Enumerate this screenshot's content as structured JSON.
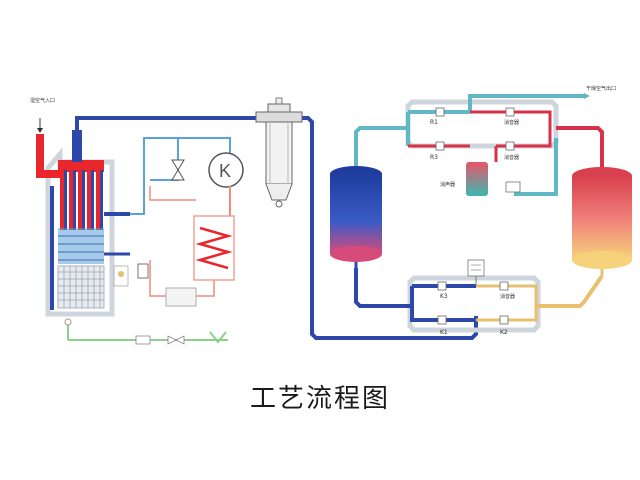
{
  "caption": "工艺流程图",
  "labels": {
    "inlet": "湿空气入口",
    "outlet": "干燥空气出口",
    "silencer": "消声器",
    "muffler_top": "消音器",
    "r1": "R1",
    "r3": "R3",
    "k1": "K1",
    "k2": "K2",
    "k3": "K3",
    "compressor_symbol": "K"
  },
  "colors": {
    "red": "#e8262b",
    "blue": "#2d48a8",
    "light_blue": "#5aa3d8",
    "teal": "#5fb8c4",
    "crimson": "#d8324a",
    "gold": "#e8c070",
    "green": "#8bd08b",
    "salmon": "#f08a7a",
    "gray": "#aab4be"
  }
}
